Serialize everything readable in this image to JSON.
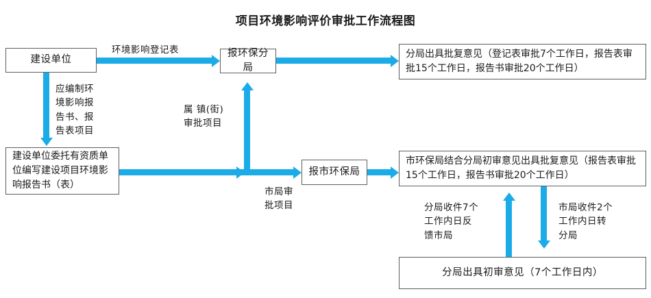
{
  "title": "项目环境影响评价审批工作流程图",
  "nodes": {
    "construction_unit": "建设单位",
    "entrust_qualified_unit": "建设单位委托有资质单位编写建设项目环境影响报告书（表）",
    "report_branch_bureau": "报环保分局",
    "report_city_bureau": "报市环保局",
    "branch_reply_opinion": "分局出具批复意见（登记表审批7个工作日，报告表审批15个工作日，报告书审批20个工作日）",
    "city_reply_opinion": "市环保局结合分局初审意见出具批复意见（报告表审批15个工作日，报告书审批20个工作日）",
    "branch_preliminary_opinion": "分局出具初审意见（7个工作日内）"
  },
  "edge_labels": {
    "registration_form": "环境影响登记表",
    "should_prepare_report": "应编制环\n境影响报\n告书、报\n告表项目",
    "town_street_approval": "属 镇(街)\n审批项目",
    "city_bureau_approval": "市局审\n批项目",
    "branch_receipt_feedback": "分局收件7个\n工作内日反\n馈市局",
    "city_receipt_transfer": "市局收件2个\n工作内日转\n分局"
  },
  "colors": {
    "arrow": "#1BACE8",
    "box_border": "#5d5d5d",
    "text": "#1a1a1a",
    "background": "#ffffff"
  }
}
